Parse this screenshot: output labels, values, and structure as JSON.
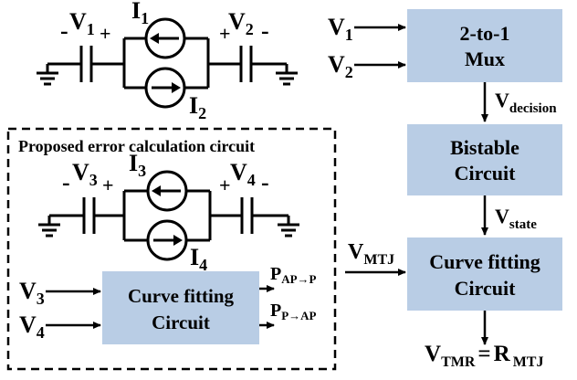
{
  "top_circuit": {
    "cap_left_label": "V",
    "cap_left_sub": "1",
    "cap_right_label": "V",
    "cap_right_sub": "2",
    "src_top_label": "I",
    "src_top_sub": "1",
    "src_bot_label": "I",
    "src_bot_sub": "2",
    "minus": "-",
    "plus": "+"
  },
  "error_panel": {
    "title": "Proposed error calculation circuit",
    "cap_left_label": "V",
    "cap_left_sub": "3",
    "cap_right_label": "V",
    "cap_right_sub": "4",
    "src_top_label": "I",
    "src_top_sub": "3",
    "src_bot_label": "I",
    "src_bot_sub": "4",
    "minus": "-",
    "plus": "+",
    "block_line1": "Curve fitting",
    "block_line2": "Circuit",
    "input1_label": "V",
    "input1_sub": "3",
    "input2_label": "V",
    "input2_sub": "4",
    "output1_label": "P",
    "output1_sub": "AP→P",
    "output2_label": "P",
    "output2_sub": "P→AP"
  },
  "flow": {
    "mux_line1": "2-to-1",
    "mux_line2": "Mux",
    "mux_in1_label": "V",
    "mux_in1_sub": "1",
    "mux_in2_label": "V",
    "mux_in2_sub": "2",
    "decision_label": "V",
    "decision_sub": "decision",
    "bistable_line1": "Bistable",
    "bistable_line2": "Circuit",
    "state_label": "V",
    "state_sub": "state",
    "curve_line1": "Curve fitting",
    "curve_line2": "Circuit",
    "mtj_label": "V",
    "mtj_sub": "MTJ",
    "out_label_v": "V",
    "out_sub_tmr": "TMR",
    "out_eq": "=",
    "out_label_r": "R",
    "out_sub_mtj": "MTJ"
  },
  "colors": {
    "block_fill": "#b9cde5",
    "line": "#000000"
  }
}
